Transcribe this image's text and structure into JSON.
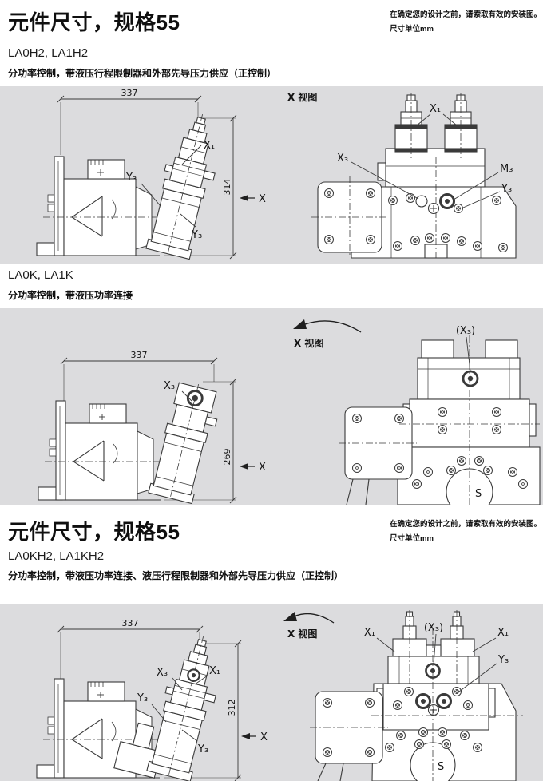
{
  "colors": {
    "panel_bg": "#dcdcde",
    "line": "#3a3a3a",
    "text": "#111111"
  },
  "note": {
    "line1": "在确定您的设计之前，请索取有效的安装图。",
    "line2": "尺寸单位mm"
  },
  "s1": {
    "title": "元件尺寸，规格55",
    "model": "LA0H2, LA1H2",
    "desc": "分功率控制，带液压行程限制器和外部先导压力供应（正控制）",
    "left": {
      "dim_w": "337",
      "dim_h": "314",
      "label_x1": "X₁",
      "label_y3a": "Y₃",
      "label_y3b": "Y₃",
      "label_x": "X"
    },
    "right": {
      "view": "X 视图",
      "label_x1": "X₁",
      "label_x3": "X₃",
      "label_m3": "M₃",
      "label_y3": "Y₃"
    }
  },
  "s2": {
    "model": "LA0K, LA1K",
    "desc": "分功率控制，带液压功率连接",
    "left": {
      "dim_w": "337",
      "dim_h": "269",
      "label_x3": "X₃",
      "label_x": "X"
    },
    "right": {
      "view": "X 视图",
      "label_x3p": "(X₃)",
      "label_s": "S"
    }
  },
  "s3": {
    "title": "元件尺寸，规格55",
    "model": "LA0KH2, LA1KH2",
    "desc": "分功率控制，带液压功率连接、液压行程限制器和外部先导压力供应（正控制）",
    "left": {
      "dim_w": "337",
      "dim_h": "312",
      "label_x3": "X₃",
      "label_x1": "X₁",
      "label_y3a": "Y₃",
      "label_y3b": "Y₃",
      "label_x": "X"
    },
    "right": {
      "view": "X 视图",
      "label_x1a": "X₁",
      "label_x3p": "(X₃)",
      "label_x1b": "X₁",
      "label_y3": "Y₃",
      "label_s": "S"
    }
  }
}
